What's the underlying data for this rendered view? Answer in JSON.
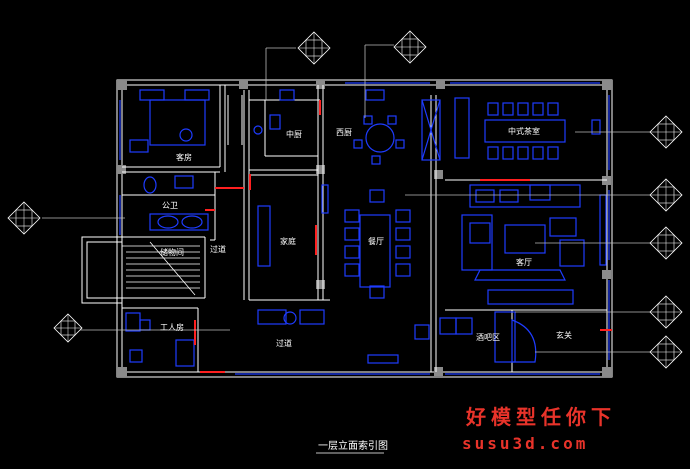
{
  "drawing_title": "一层立面索引图",
  "rooms": {
    "guest_room": "客房",
    "chinese_kitchen": "中厨",
    "western_kitchen": "西厨",
    "chinese_dining": "中式茶室",
    "public_toilet": "公卫",
    "storage": "储物间",
    "corridor_upper": "过道",
    "family_room": "家庭",
    "dining_room": "餐厅",
    "living_room": "客厅",
    "staff_room": "工人房",
    "corridor_lower": "过道",
    "bar_area": "酒吧区",
    "entrance": "玄关"
  },
  "watermark": {
    "line1": "好模型任你下",
    "line2": "susu3d.com"
  },
  "colors": {
    "background": "#000000",
    "wall_outline": "#ffffff",
    "furniture": "#1e3cff",
    "red_marks": "#ff2020",
    "wall_fill": "#8a8a8a",
    "watermark": "#e8332a"
  }
}
